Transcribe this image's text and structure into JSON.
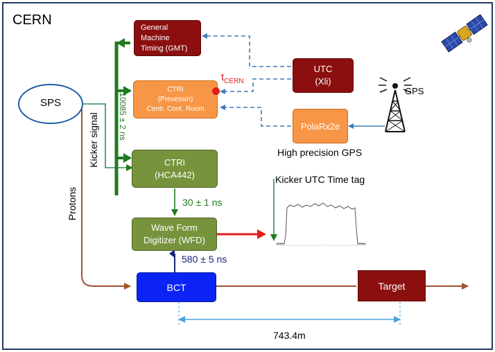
{
  "frame": {
    "title": "CERN"
  },
  "nodes": {
    "sps": "SPS",
    "gmt": [
      "General",
      "Machine",
      "Timing (GMT)"
    ],
    "ctri_prevessin": [
      "CTRI",
      "(Prevessin)",
      "Centr. Cont. Room"
    ],
    "ctri_hca442": [
      "CTRI",
      "(HCA442)"
    ],
    "utc": [
      "UTC",
      "(Xli)"
    ],
    "polarx2e": "PolaRx2e",
    "wfd": [
      "Wave Form",
      "Digitizer (WFD)"
    ],
    "bct": "BCT",
    "target": "Target"
  },
  "labels": {
    "gps": "GPS",
    "high_precision_gps": "High precision GPS",
    "kicker_signal": "Kicker signal",
    "protons": "Protons",
    "delay_kicker": "10085 ± 2 ns",
    "t_cern": "t",
    "t_cern_sub": "CERN",
    "delay_ctri_wfd": "30 ± 1 ns",
    "delay_bct_wfd": "580 ± 5 ns",
    "kicker_utc_time_tag": "Kicker UTC Time tag",
    "distance": "743.4m"
  },
  "colors": {
    "dark_red": "#8b0f0f",
    "orange": "#f79646",
    "green_box": "#77933c",
    "green_line": "#1f7a1f",
    "blue_box": "#0b24f5",
    "brown_line": "#a0522d",
    "dashed_blue": "#3d7ab5",
    "red_arrow": "#e31b1b",
    "navy_arrow": "#1a237e",
    "light_blue_dim": "#4aa3df"
  },
  "icons": [
    "satellite-icon",
    "gps-antenna-tower-icon",
    "waveform-trace-icon"
  ]
}
